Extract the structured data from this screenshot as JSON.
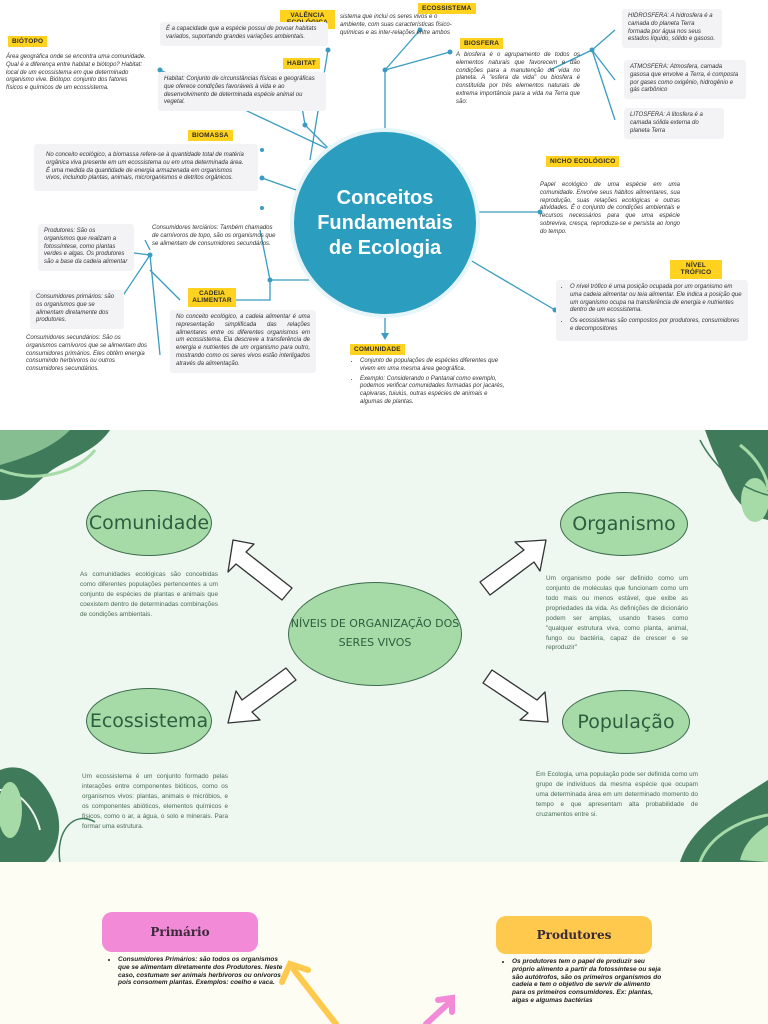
{
  "concept_map": {
    "title": "Conceitos Fundamentais de Ecologia",
    "biotopo": {
      "tag": "BIÓTOPO",
      "text": "Área geográfica onde se encontra uma comunidade.\nQual é a diferença entre habitat e biótopo? Habitat: local de um ecossistema em que determinado organismo vive. Biótopo: conjunto dos fatores físicos e químicos de um ecossistema."
    },
    "valencia": {
      "tag": "VALÊNCIA ECOLÓGICA",
      "text": "É a capacidade que a espécie possui de povoar habitats variados, suportando grandes variações ambientais."
    },
    "ecossistema": {
      "tag": "ECOSSISTEMA",
      "text": "sistema que inclui os seres vivos e o ambiente, com suas características físico-químicas e as inter-relações entre ambos"
    },
    "habitat": {
      "tag": "HABITAT",
      "text": "Habitat: Conjunto de circunstâncias físicas e geográficas que oferece condições favoráveis à vida e ao desenvolvimento de determinada espécie animal ou vegetal."
    },
    "biosfera": {
      "tag": "BIOSFERA",
      "text": "A biosfera é o agrupamento de todos os elementos naturais que favorecem e dão condições para a manutenção da vida no planeta. A \"esfera da vida\" ou biosfera é constituída por três elementos naturais de extrema importância para a vida na Terra que são:"
    },
    "hidrosfera": "HIDROSFERA: A hidrosfera é a camada do planeta Terra formada por água nos seus estados líquido, sólido e gasoso.",
    "atmosfera": "ATMOSFERA: Atmosfera, camada gasosa que envolve a Terra, é composta por gases como oxigênio, hidrogênio e gás carbônico",
    "litosfera": "LITOSFERA: A litosfera é a camada sólida externa do planeta Terra",
    "biomassa": {
      "tag": "BIOMASSA",
      "text": "No conceito ecológico, a biomassa refere-se à quantidade total de matéria orgânica viva presente em um ecossistema ou em uma determinada área. É uma medida da quantidade de energia armazenada em organismos vivos, incluindo plantas, animais, microrganismos e detritos orgânicos."
    },
    "nicho": {
      "tag": "NICHO ECOLÓGICO",
      "text": "Papel ecológico de uma espécie em uma comunidade. Envolve seus hábitos alimentares, sua reprodução, suas relações ecológicas e outras atividades. É o conjunto de condições ambientais e recursos necessários para que uma espécie sobreviva, cresça, reproduza-se e persista ao longo do tempo."
    },
    "produtores": "Produtores: São os organismos que realizam a fotossíntese, como plantas verdes e algas. Os produtores são a base da cadeia alimentar",
    "terciarios": "Consumidores terciários: Também chamados de carnívoros de topo, são os organismos que se alimentam de consumidores secundários.",
    "primarios": "Consumidores primários: são os organismos que se alimentam diretamente dos produtores.",
    "secundarios": "Consumidores secundários: São os organismos carnívoros que se alimentam dos consumidores primários. Eles obtêm energia consumindo herbívoros ou outros consumidores secundários.",
    "cadeia": {
      "tag": "CADEIA ALIMENTAR",
      "text": "No conceito ecológico, a cadeia alimentar é uma representação simplificada das relações alimentares entre os diferentes organismos em um ecossistema. Ela descreve a transferência de energia e nutrientes de um organismo para outro, mostrando como os seres vivos estão interligados através da alimentação."
    },
    "nivel": {
      "tag": "NÍVEL TRÓFICO",
      "items": [
        "O nível trófico é uma posição ocupada por um organismo em uma cadeia alimentar ou teia alimentar. Ele indica a posição que um organismo ocupa na transferência de energia e nutrientes dentro de um ecossistema.",
        "Os ecossistemas são compostos por produtores, consumidores e decompositores"
      ]
    },
    "comunidade": {
      "tag": "COMUNIDADE",
      "items": [
        "Conjunto de populações de espécies diferentes que vivem em uma mesma área geográfica.",
        "Exemplo: Considerando o Pantanal como exemplo, podemos verificar comunidades formadas por jacarés, capivaras, tuiuiús, outras espécies de animais e algumas de plantas."
      ]
    }
  },
  "levels": {
    "center": "NÍVEIS DE ORGANIZAÇÃO DOS SERES VIVOS",
    "comunidade": {
      "title": "Comunidade",
      "text": "As comunidades ecológicas são concebidas como diferentes populações pertencentes a um conjunto de espécies de plantas e animais que coexistem dentro de determinadas combinações de condições ambientais."
    },
    "organismo": {
      "title": "Organismo",
      "text": "Um organismo pode ser definido como um conjunto de moléculas que funcionam como um todo mais ou menos estável, que exibe as propriedades da vida. As definições de dicionário podem ser amplas, usando frases como \"qualquer estrutura viva, como planta, animal, fungo ou bactéria, capaz de crescer e se reproduzir\""
    },
    "ecossistema": {
      "title": "Ecossistema",
      "text": "Um ecossistema é um conjunto formado pelas interações entre componentes bióticos, como os organismos vivos: plantas, animais e micróbios, e os componentes abióticos, elementos químicos e físicos, como o ar, a água, o solo e minerais. Para formar uma estrutura."
    },
    "populacao": {
      "title": "População",
      "text": "Em Ecologia, uma população pode ser definida como um grupo de indivíduos da mesma espécie que ocupam uma determinada área em um determinado momento do tempo e que apresentam alta probabilidade de cruzamentos entre si."
    }
  },
  "food_chain": {
    "primario": {
      "label": "Primário",
      "text": "Consumidores Primários: são todos os organismos que se alimentam diretamente dos Produtores. Neste caso, costumam ser animais herbívoros ou onívoros, pois consomem plantas. Exemplos: coelho e vaca."
    },
    "produtores": {
      "label": "Produtores",
      "text": "Os produtores tem o papel de produzir seu próprio alimento a partir da fotossíntese ou seja são autótrofos, são os primeiros organismos do cadeia e tem o objetivo de servir de alimento para os primeiros consumidores. Ex: plantas, algas e algumas bactérias"
    }
  },
  "colors": {
    "tag_yellow": "#ffd21f",
    "center_blue": "#2b9ec0",
    "line_blue": "#3a9cc0",
    "oval_green": "#a6dba8",
    "dark_green": "#3f7b5a",
    "pink": "#f28ad8",
    "orange": "#ffc94d"
  }
}
